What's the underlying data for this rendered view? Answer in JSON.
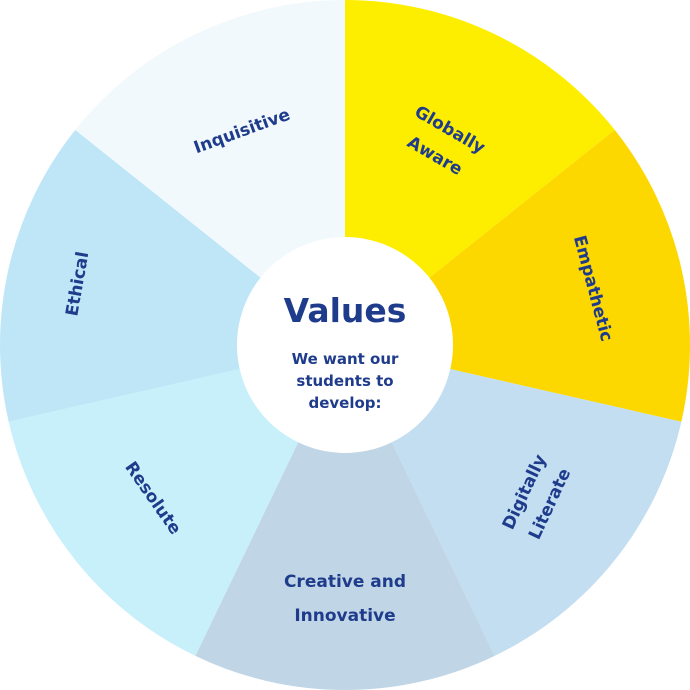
{
  "center": {
    "title": "Values",
    "subtitle_lines": [
      "We want our",
      "students to",
      "develop:"
    ]
  },
  "segments": [
    {
      "lines": [
        "Globally",
        "Aware"
      ],
      "color": "#fdee00"
    },
    {
      "lines": [
        "Empathetic"
      ],
      "color": "#fcd800"
    },
    {
      "lines": [
        "Digitally",
        "Literate"
      ],
      "color": "#c3def0"
    },
    {
      "lines": [
        "Creative and",
        "Innovative"
      ],
      "color": "#c0d6e6"
    },
    {
      "lines": [
        "Resolute"
      ],
      "color": "#c8f0fb"
    },
    {
      "lines": [
        "Ethical"
      ],
      "color": "#bfe6f7"
    },
    {
      "lines": [
        "Inquisitive"
      ],
      "color": "#f2f9fd"
    }
  ],
  "colors": {
    "text": "#1f3c8c",
    "center_fill": "#ffffff"
  }
}
